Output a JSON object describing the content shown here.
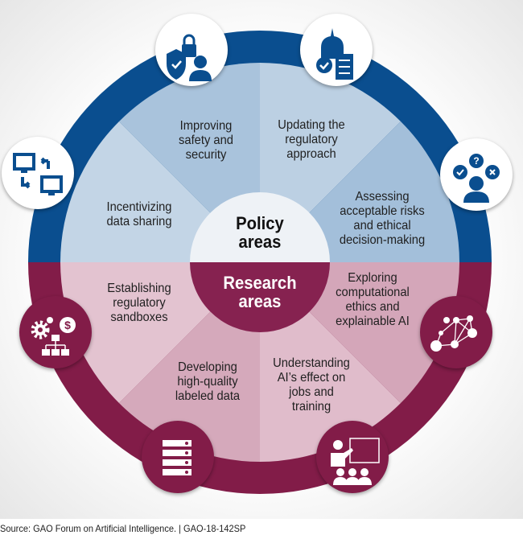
{
  "colors": {
    "policy": "#0a4e8f",
    "research": "#821c48"
  },
  "center": {
    "policy": "Policy\nareas",
    "research": "Research\nareas"
  },
  "policy_areas": [
    {
      "label": "Improving\nsafety and\nsecurity",
      "icon": "shield-lock-person-icon"
    },
    {
      "label": "Updating the\nregulatory\napproach",
      "icon": "capitol-checklist-icon"
    },
    {
      "label": "Assessing\nacceptable risks\nand ethical\ndecision-making",
      "icon": "person-decision-icon"
    },
    {
      "label": "Incentivizing\ndata sharing",
      "icon": "computers-exchange-icon"
    }
  ],
  "research_areas": [
    {
      "label": "Establishing\nregulatory\nsandboxes",
      "icon": "gears-dollar-orgchart-icon"
    },
    {
      "label": "Exploring\ncomputational\nethics and\nexplainable AI",
      "icon": "neural-network-icon"
    },
    {
      "label": "Developing\nhigh-quality\nlabeled data",
      "icon": "server-icon"
    },
    {
      "label": "Understanding\nAI’s effect on\njobs and\ntraining",
      "icon": "teacher-class-icon"
    }
  ],
  "source": "Source: GAO Forum on Artificial Intelligence.  |  GAO-18-142SP"
}
